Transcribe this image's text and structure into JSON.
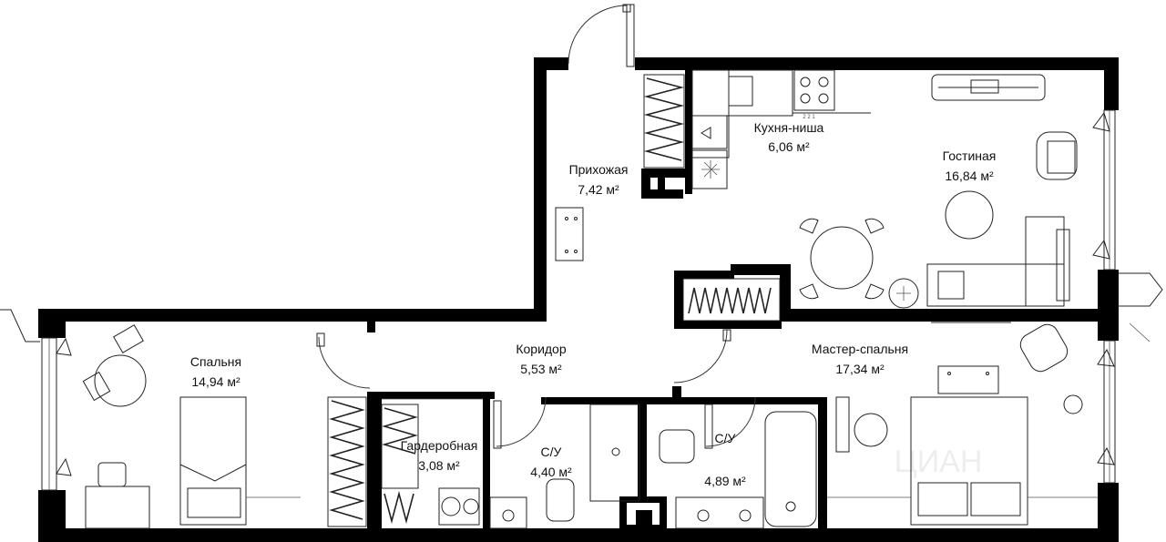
{
  "plan": {
    "rooms": [
      {
        "key": "hallway",
        "name": "Прихожая",
        "area": "7,42 м²"
      },
      {
        "key": "kitchen",
        "name": "Кухня-ниша",
        "area": "6,06 м²"
      },
      {
        "key": "living",
        "name": "Гостиная",
        "area": "16,84 м²"
      },
      {
        "key": "bedroom",
        "name": "Спальня",
        "area": "14,94 м²"
      },
      {
        "key": "corridor",
        "name": "Коридор",
        "area": "5,53 м²"
      },
      {
        "key": "master",
        "name": "Мастер-спальня",
        "area": "17,34 м²"
      },
      {
        "key": "wardrobe",
        "name": "Гардеробная",
        "area": "3,08 м²"
      },
      {
        "key": "bath1",
        "name": "С/У",
        "area": "4,40 м²"
      },
      {
        "key": "bath2",
        "name": "С/У",
        "area": "4,89 м²"
      }
    ],
    "stove_label": "2 2 1",
    "watermark": "ЦИАН"
  },
  "colors": {
    "wall": "#000000",
    "line": "#222222",
    "background": "#ffffff"
  }
}
